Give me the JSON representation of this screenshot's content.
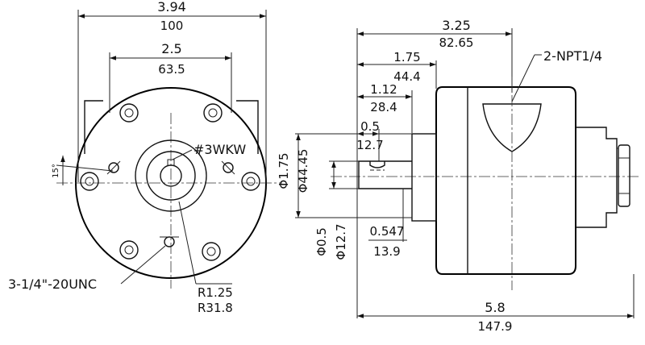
{
  "front_view": {
    "overall_width_in": "3.94",
    "overall_width_mm": "100",
    "bolt_spacing_in": "2.5",
    "bolt_spacing_mm": "63.5",
    "key_label": "#3WKW",
    "angle_label": "15°",
    "port_thread_label": "3-1/4\"-20UNC",
    "radius_in": "R1.25",
    "radius_mm": "R31.8"
  },
  "side_view": {
    "length_a_in": "3.25",
    "length_a_mm": "82.65",
    "length_b_in": "1.75",
    "length_b_mm": "44.4",
    "length_c_in": "1.12",
    "length_c_mm": "28.4",
    "length_d_in": "0.5",
    "length_d_mm": "12.7",
    "pilot_dia_in": "Φ1.75",
    "pilot_dia_mm": "Φ44.45",
    "shaft_dia_in": "Φ0.5",
    "shaft_dia_mm": "Φ12.7",
    "shaft_flat_in": "0.547",
    "shaft_flat_mm": "13.9",
    "port_label": "2-NPT1/4",
    "overall_length_in": "5.8",
    "overall_length_mm": "147.9"
  }
}
